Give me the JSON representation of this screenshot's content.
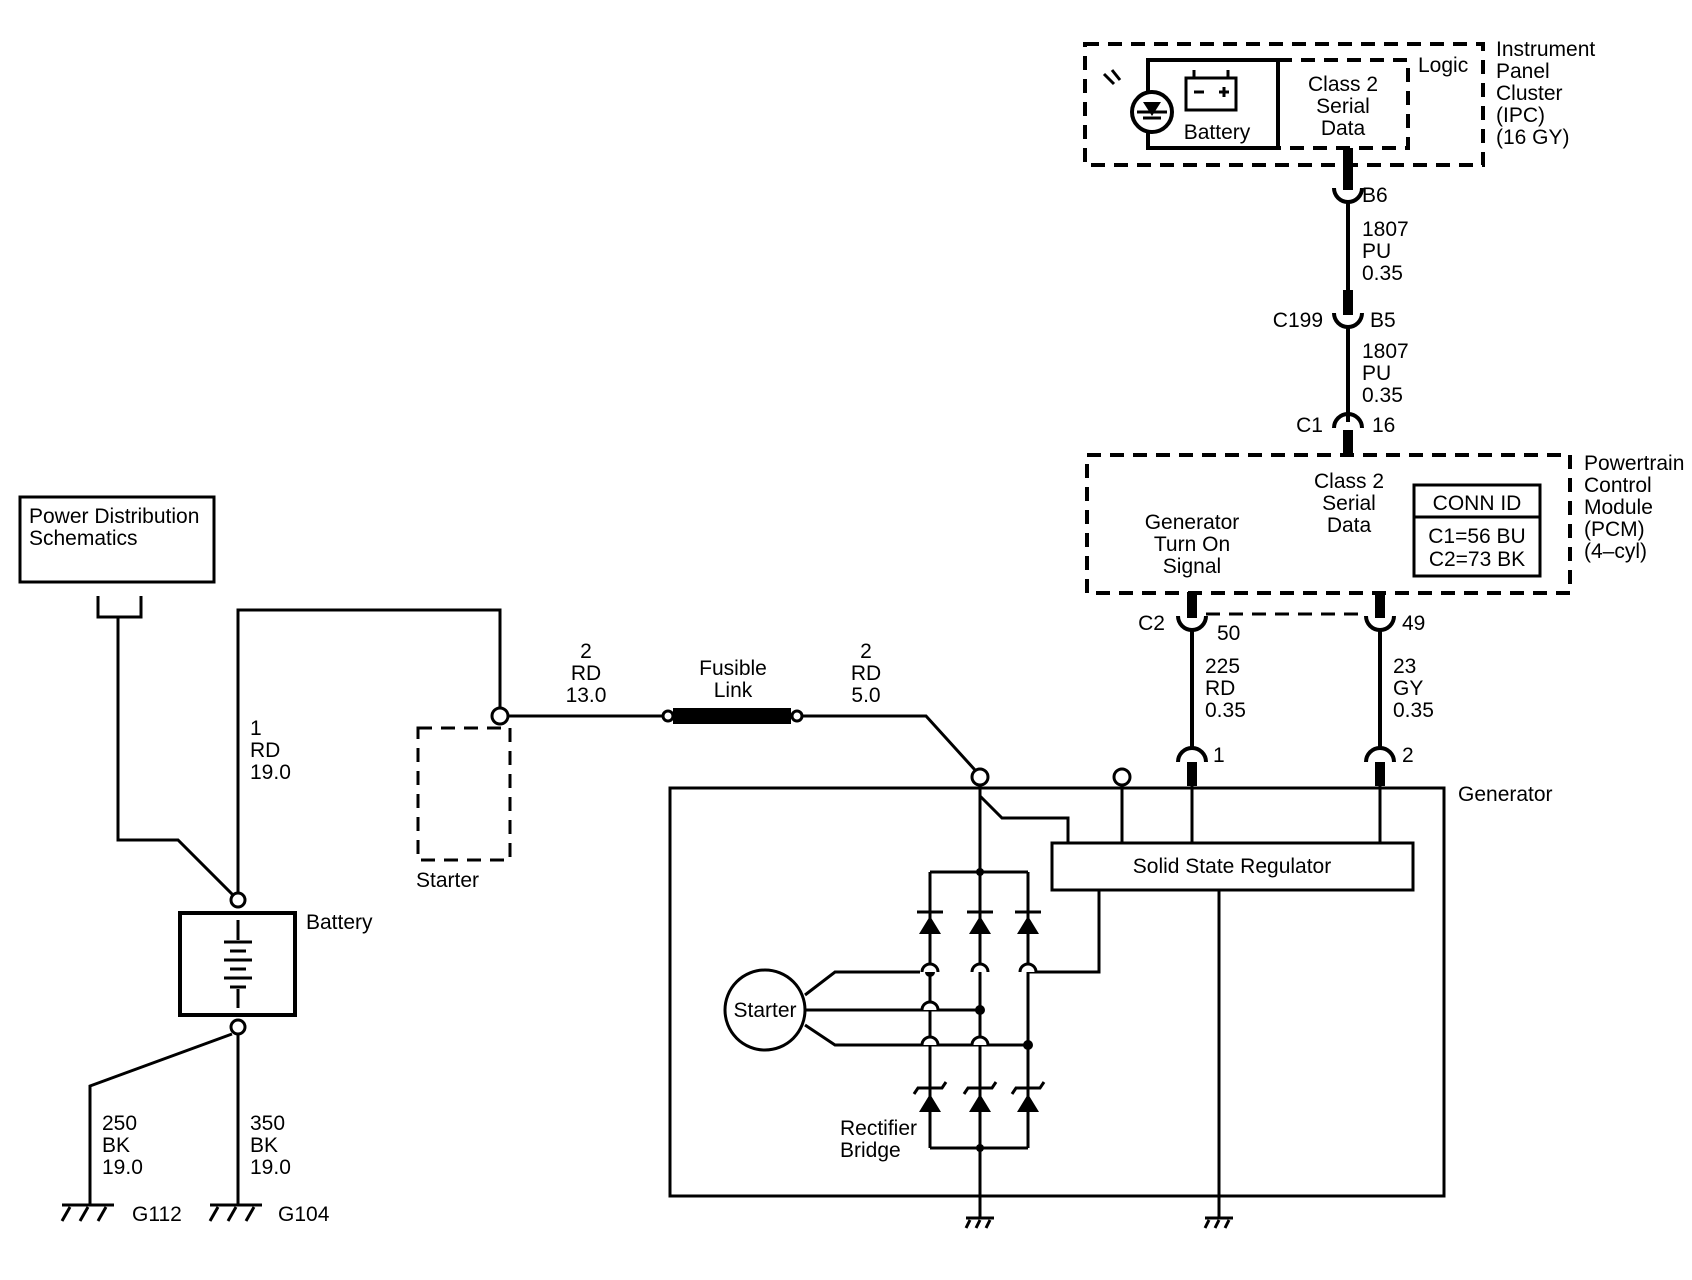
{
  "ipc": {
    "name": [
      "Instrument",
      "Panel",
      "Cluster",
      "(IPC)",
      "(16 GY)"
    ],
    "logic_label": "Logic",
    "battery_label": "Battery",
    "class2": [
      "Class 2",
      "Serial",
      "Data"
    ]
  },
  "pcm": {
    "name": [
      "Powertrain",
      "Control",
      "Module",
      "(PCM)",
      "(4–cyl)"
    ],
    "class2": [
      "Class 2",
      "Serial",
      "Data"
    ],
    "gen_signal": [
      "Generator",
      "Turn On",
      "Signal"
    ],
    "conn_id_title": "CONN ID",
    "conn_ids": [
      "C1=56 BU",
      "C2=73 BK"
    ]
  },
  "connectors": {
    "b6": "B6",
    "c199": "C199",
    "b5": "B5",
    "c1": "C1",
    "c1_pin": "16",
    "c2": "C2",
    "c2_pin50": "50",
    "c2_pin49": "49",
    "gen_pin1": "1",
    "gen_pin2": "2"
  },
  "wires": {
    "w1807a": [
      "1807",
      "PU",
      "0.35"
    ],
    "w1807b": [
      "1807",
      "PU",
      "0.35"
    ],
    "w225": [
      "225",
      "RD",
      "0.35"
    ],
    "w23": [
      "23",
      "GY",
      "0.35"
    ],
    "w2a": [
      "2",
      "RD",
      "13.0"
    ],
    "w2b": [
      "2",
      "RD",
      "5.0"
    ],
    "w1": [
      "1",
      "RD",
      "19.0"
    ],
    "w250": [
      "250",
      "BK",
      "19.0"
    ],
    "w350": [
      "350",
      "BK",
      "19.0"
    ]
  },
  "components": {
    "power_dist": [
      "Power Distribution",
      "Schematics"
    ],
    "starter": "Starter",
    "fusible": [
      "Fusible",
      "Link"
    ],
    "battery": "Battery",
    "generator": "Generator",
    "regulator": "Solid State Regulator",
    "stator": "Starter",
    "rectifier": [
      "Rectifier",
      "Bridge"
    ],
    "g112": "G112",
    "g104": "G104"
  }
}
